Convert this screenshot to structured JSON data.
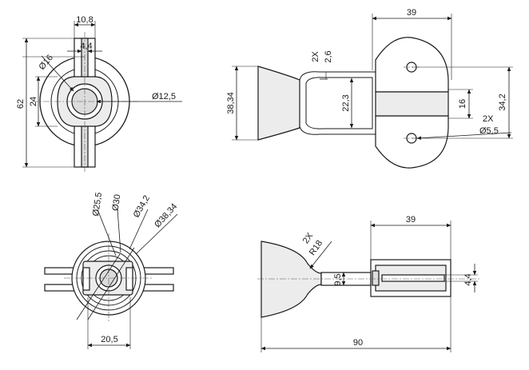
{
  "top_left_view": {
    "dim_width": "10,8",
    "dim_slot": "4,4",
    "dim_bore": "Ø16",
    "dim_height": "62",
    "dim_boss": "24",
    "dim_pin": "Ø12,5"
  },
  "top_right_view": {
    "dim_length": "39",
    "dim_thickness_qty": "2X",
    "dim_thickness": "2,6",
    "dim_overall": "38,34",
    "dim_gap": "22,3",
    "dim_hole_pitch": "16",
    "dim_plate_height": "34,2",
    "dim_hole_qty": "2X",
    "dim_hole_dia": "Ø5,5"
  },
  "bottom_left_view": {
    "dim_d1": "Ø25,5",
    "dim_d2": "Ø30",
    "dim_d3": "Ø34,2",
    "dim_d4": "Ø38,34",
    "dim_flat": "20,5"
  },
  "bottom_right_view": {
    "dim_length": "39",
    "dim_radius_qty": "2X",
    "dim_radius": "R18",
    "dim_neck": "9,5",
    "dim_slot": "4,4",
    "dim_overall": "90"
  }
}
